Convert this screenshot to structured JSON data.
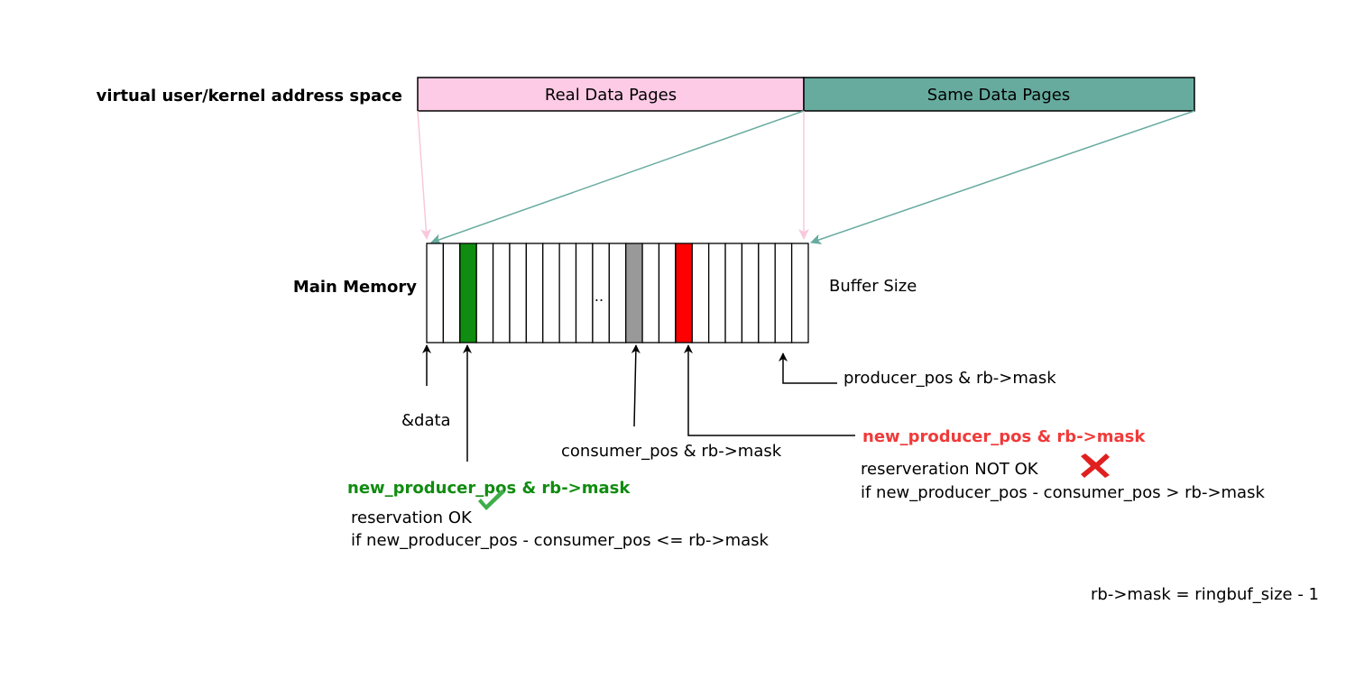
{
  "address_space": {
    "label": "virtual user/kernel address space",
    "real_pages": "Real Data Pages",
    "same_pages": "Same Data Pages"
  },
  "memory": {
    "label": "Main Memory",
    "buffer_size_label": "Buffer Size",
    "ellipsis": "..",
    "cell_count": 23,
    "green_cell": 2,
    "gray_cell": 12,
    "red_cell": 15
  },
  "pointers": {
    "data": "&data",
    "consumer": "consumer_pos & rb->mask",
    "producer": "producer_pos & rb->mask",
    "new_producer_ok": "new_producer_pos & rb->mask",
    "new_producer_bad": "new_producer_pos & rb->mask"
  },
  "ok_case": {
    "status": "reservation OK",
    "condition": "if new_producer_pos - consumer_pos <= rb->mask"
  },
  "bad_case": {
    "status": "reserveration  NOT OK",
    "condition": "if new_producer_pos - consumer_pos > rb->mask"
  },
  "footnote": "rb->mask = ringbuf_size - 1",
  "colors": {
    "real_pages": "#fdcbe6",
    "same_pages": "#67ab9f",
    "pink_arrow": "#f8c8dd",
    "teal_arrow": "#67ab9f",
    "green": "#108c10",
    "gray": "#999999",
    "red": "#ff0000",
    "bad_text": "#f03a3a",
    "check": "#3fae4a",
    "cross": "#e02020"
  }
}
